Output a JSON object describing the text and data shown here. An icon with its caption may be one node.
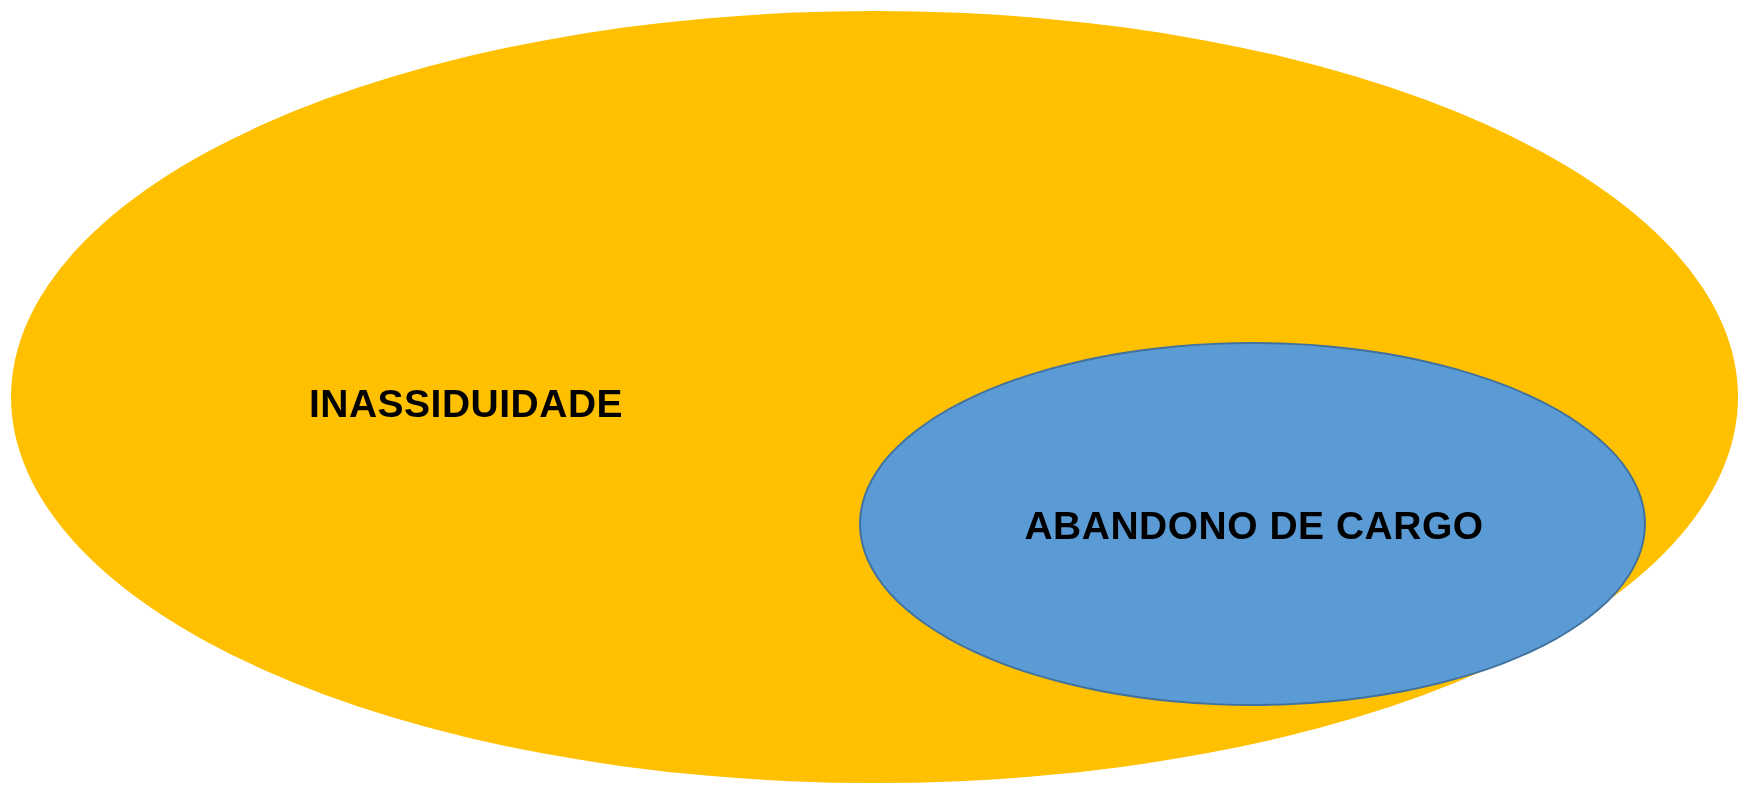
{
  "diagram": {
    "nodes": [
      {
        "text": [
          "INASSIDUIDADE"
        ]
      },
      {
        "text": [
          "ABANDONO DE CARGO"
        ],
        "in": 0
      }
    ]
  }
}
